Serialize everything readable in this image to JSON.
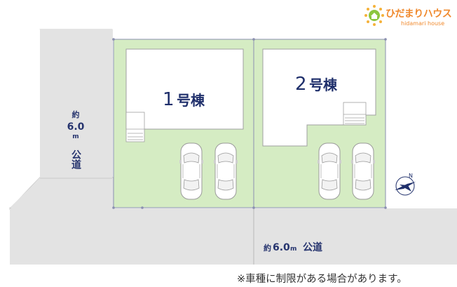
{
  "brand": {
    "name_jp": "ひだまりハウス",
    "name_en": "hidamari house",
    "icon": "sun-house-logo-icon",
    "color": "#f08a2e"
  },
  "lots": [
    {
      "label_num": "1",
      "label_suffix": "号棟"
    },
    {
      "label_num": "2",
      "label_suffix": "号棟"
    }
  ],
  "roads": {
    "west": {
      "prefix": "約",
      "width": "6.0",
      "unit": "m",
      "name": "公道"
    },
    "south": {
      "prefix": "約",
      "width": "6.0",
      "unit": "m",
      "name": "公道"
    }
  },
  "note": "※車種に制限がある場合があります。",
  "colors": {
    "lot_green": "#d5ecc3",
    "building": "#ffffff",
    "road": "#e3e3e3",
    "boundary": "#8a8fb0",
    "text": "#1f2f6b"
  },
  "compass": {
    "icon": "north-arrow-compass-icon"
  }
}
